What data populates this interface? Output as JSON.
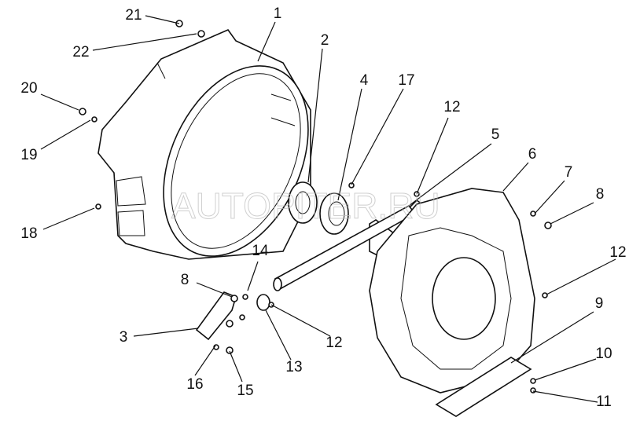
{
  "diagram": {
    "title": "Flywheel housing exploded view",
    "watermark": "AUTOPITER.RU",
    "callouts": [
      {
        "id": "c21",
        "number": "21"
      },
      {
        "id": "c22",
        "number": "22"
      },
      {
        "id": "c1",
        "number": "1"
      },
      {
        "id": "c2",
        "number": "2"
      },
      {
        "id": "c4",
        "number": "4"
      },
      {
        "id": "c17",
        "number": "17"
      },
      {
        "id": "c12a",
        "number": "12"
      },
      {
        "id": "c5",
        "number": "5"
      },
      {
        "id": "c6",
        "number": "6"
      },
      {
        "id": "c7",
        "number": "7"
      },
      {
        "id": "c8a",
        "number": "8"
      },
      {
        "id": "c20",
        "number": "20"
      },
      {
        "id": "c19",
        "number": "19"
      },
      {
        "id": "c18",
        "number": "18"
      },
      {
        "id": "c14",
        "number": "14"
      },
      {
        "id": "c12b",
        "number": "12"
      },
      {
        "id": "c8b",
        "number": "8"
      },
      {
        "id": "c9",
        "number": "9"
      },
      {
        "id": "c3",
        "number": "3"
      },
      {
        "id": "c12c",
        "number": "12"
      },
      {
        "id": "c13",
        "number": "13"
      },
      {
        "id": "c10",
        "number": "10"
      },
      {
        "id": "c16",
        "number": "16"
      },
      {
        "id": "c15",
        "number": "15"
      },
      {
        "id": "c11",
        "number": "11"
      }
    ]
  }
}
